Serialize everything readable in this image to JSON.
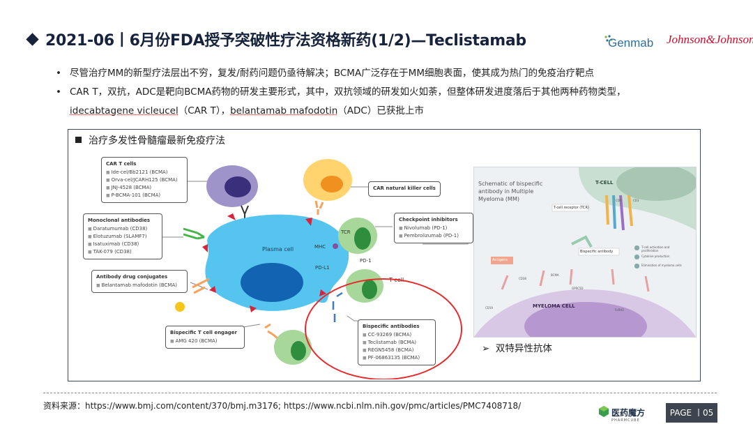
{
  "header": {
    "title": "2021-06丨6月份FDA授予突破性疗法资格新药(1/2)—Teclistamab",
    "brand_genmab": "Genmab",
    "brand_jj": "Johnson&Johnson"
  },
  "bullets": {
    "line1": "尽管治疗MM的新型疗法层出不穷，复发/耐药问题仍亟待解决；BCMA广泛存在于MM细胞表面，使其成为热门的免疫治疗靶点",
    "line2": "CAR T，双抗，ADC是靶向BCMA药物的研发主要形式，其中，双抗领域的研发如火如荼，但整体研发进度落后于其他两种药物类型，",
    "drug_1": "idecabtagene vicleucel",
    "mid_1": "（CAR T），",
    "drug_2": "belantamab mafodotin",
    "end_1": "（ADC）已获批上市"
  },
  "figure": {
    "title": "治疗多发性骨髓瘤最新免疫疗法",
    "car_t": {
      "heading": "CAR T cells",
      "items": [
        "Ide-cel/Bb2121 (BCMA)",
        "Orva-cel/JCARH125 (BCMA)",
        "JNJ-4528 (BCMA)",
        "P-BCMA-101 (BCMA)"
      ]
    },
    "mab": {
      "heading": "Monoclonal antibodies",
      "items": [
        "Daratumumab (CD38)",
        "Elotuzumab (SLAMF7)",
        "Isatuximab (CD38)",
        "TAK-079 (CD38)"
      ]
    },
    "adc": {
      "heading": "Antibody drug conjugates",
      "items": [
        "Belantamab mafodotin (BCMA)"
      ]
    },
    "bite": {
      "heading": "Bispecific T cell engager",
      "items": [
        "AMG 420 (BCMA)"
      ]
    },
    "car_nk": {
      "heading": "CAR natural killer cells"
    },
    "checkpoint": {
      "heading": "Checkpoint inhibitors",
      "items": [
        "Nivolumab (PD-1)",
        "Pembrolizumab (PD-1)"
      ]
    },
    "bispecific": {
      "heading": "Bispecific antibodies",
      "items": [
        "CC-93269 (BCMA)",
        "Teclistamab (BCMA)",
        "REGN5458 (BCMA)",
        "PF-06863135 (BCMA)"
      ]
    },
    "labels": {
      "plasma_cell": "Plasma cell",
      "tcr": "TCR",
      "mhc": "MHC",
      "pd1": "PD-1",
      "pdl1": "PD-L1",
      "t_cell": "T cell"
    },
    "schematic": {
      "title_l1": "Schematic of bispecific",
      "title_l2": "antibody in Multiple",
      "title_l3": "Myeloma (MM)",
      "t_cell": "T-CELL",
      "tcr": "T-cell receptor (TCR)",
      "bispecific": "Bispecific antibody",
      "antigens": "Antigens",
      "myeloma": "MYELOMA CELL",
      "cd3": "CD3",
      "cd3b": "CD3",
      "cd38": "CD38",
      "bcma": "BCMA",
      "gprc5d": "GPRC5D",
      "cd19": "CD19",
      "fcrh5": "FcRH5",
      "out1": "T-cell activation and proliferation",
      "out2": "Cytokine production",
      "out3": "Elimination of myeloma cells"
    },
    "caption": "双特异性抗体"
  },
  "footer": {
    "source": "资料来源：https://www.bmj.com/content/370/bmj.m3176; https://www.ncbi.nlm.nih.gov/pmc/articles/PMC7408718/",
    "logo_text": "医药魔方",
    "logo_sub": "PHARMCUBE",
    "page": "PAGE 丨05"
  }
}
